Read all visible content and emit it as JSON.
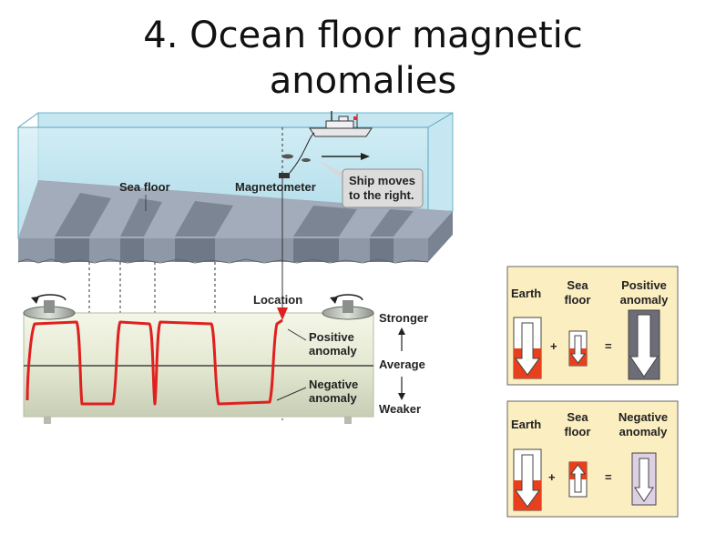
{
  "title": {
    "line1": "4. Ocean floor magnetic",
    "line2": "anomalies"
  },
  "survey": {
    "sea_floor_label": "Sea floor",
    "magnetometer_label": "Magnetometer",
    "ship_moves_line1": "Ship moves",
    "ship_moves_line2": "to the right."
  },
  "recorder": {
    "location_label": "Location",
    "positive_line1": "Positive",
    "positive_line2": "anomaly",
    "negative_line1": "Negative",
    "negative_line2": "anomaly"
  },
  "scale": {
    "stronger": "Stronger",
    "average": "Average",
    "weaker": "Weaker"
  },
  "panel_positive": {
    "earth": "Earth",
    "sea_floor_line1": "Sea",
    "sea_floor_line2": "floor",
    "result_line1": "Positive",
    "result_line2": "anomaly",
    "plus": "+",
    "equals": "="
  },
  "panel_negative": {
    "earth": "Earth",
    "sea_floor_line1": "Sea",
    "sea_floor_line2": "floor",
    "result_line1": "Negative",
    "result_line2": "anomaly",
    "plus": "+",
    "equals": "="
  },
  "colors": {
    "water": "#b9e3ef",
    "sea_floor": "#9aa3b1",
    "trace": "#e02020",
    "panel_bg": "#fbeec0",
    "positive_arrow": "#6d6d78",
    "negative_arrow": "#ddd0e2"
  }
}
